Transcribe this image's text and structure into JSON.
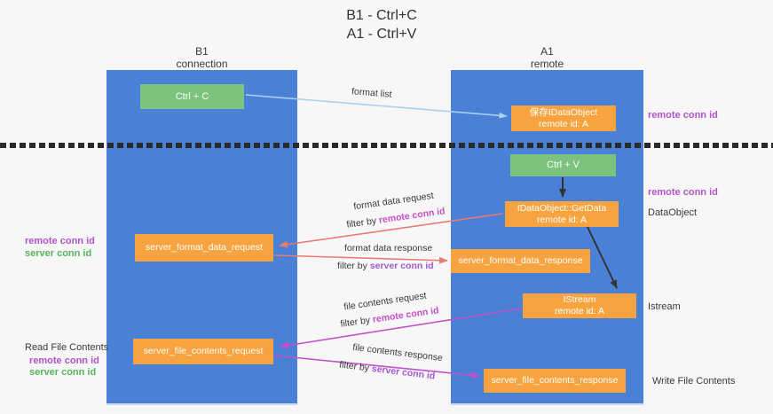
{
  "title": {
    "line1": "B1 - Ctrl+C",
    "line2": "A1 - Ctrl+V"
  },
  "lanes": {
    "left": {
      "name": "B1",
      "role": "connection"
    },
    "right": {
      "name": "A1",
      "role": "remote"
    }
  },
  "nodes": {
    "ctrl_c": {
      "label": "Ctrl + C"
    },
    "save_dataobject": {
      "line1": "保存IDataObject",
      "line2": "remote id: A"
    },
    "ctrl_v": {
      "label": "Ctrl + V"
    },
    "getdata": {
      "line1": "IDataObject::GetData",
      "line2": "remote id: A"
    },
    "server_format_data_request": {
      "label": "server_format_data_request"
    },
    "server_format_data_response": {
      "label": "server_format_data_response"
    },
    "istream": {
      "line1": "IStream",
      "line2": "remote id: A"
    },
    "server_file_contents_request": {
      "label": "server_file_contents_request"
    },
    "server_file_contents_response": {
      "label": "server_file_contents_response"
    }
  },
  "flows": {
    "format_list": {
      "label": "format list"
    },
    "format_data_request": {
      "label": "format data request",
      "filter_prefix": "filter by ",
      "filter_key": "remote conn id"
    },
    "format_data_response": {
      "label": "format data response",
      "filter_prefix": "filter by ",
      "filter_key": "server conn id"
    },
    "file_contents_request": {
      "label": "file contents request",
      "filter_prefix": "filter by ",
      "filter_key": "remote conn id"
    },
    "file_contents_response": {
      "label": "file contents response",
      "filter_prefix": "filter by ",
      "filter_key": "server conn id"
    }
  },
  "annotations": {
    "right_remote_conn_id_top": "remote conn id",
    "right_remote_conn_id_mid": "remote conn id",
    "dataobject": "DataObject",
    "istream": "Istream",
    "write_file_contents": "Write File Contents",
    "left_remote_conn_id": "remote conn id",
    "left_server_conn_id": "server conn id",
    "read_file_contents": "Read File Contents",
    "left_remote_conn_id_2": "remote conn id",
    "left_server_conn_id_2": "server conn id"
  },
  "colors": {
    "lane_blue": "#4a80d6",
    "node_orange": "#f7a440",
    "node_green": "#7cc47e",
    "arrow_salmon": "#e87c72",
    "arrow_magenta": "#c251cb",
    "arrow_lightblue": "#a8d2f0",
    "arrow_black": "#333333",
    "keyword_magenta": "#c44fc8",
    "keyword_purple": "#a25ad3",
    "side_label_purple": "#b153c9",
    "side_label_green": "#56b55c",
    "separator_black": "#2b2b2b"
  }
}
